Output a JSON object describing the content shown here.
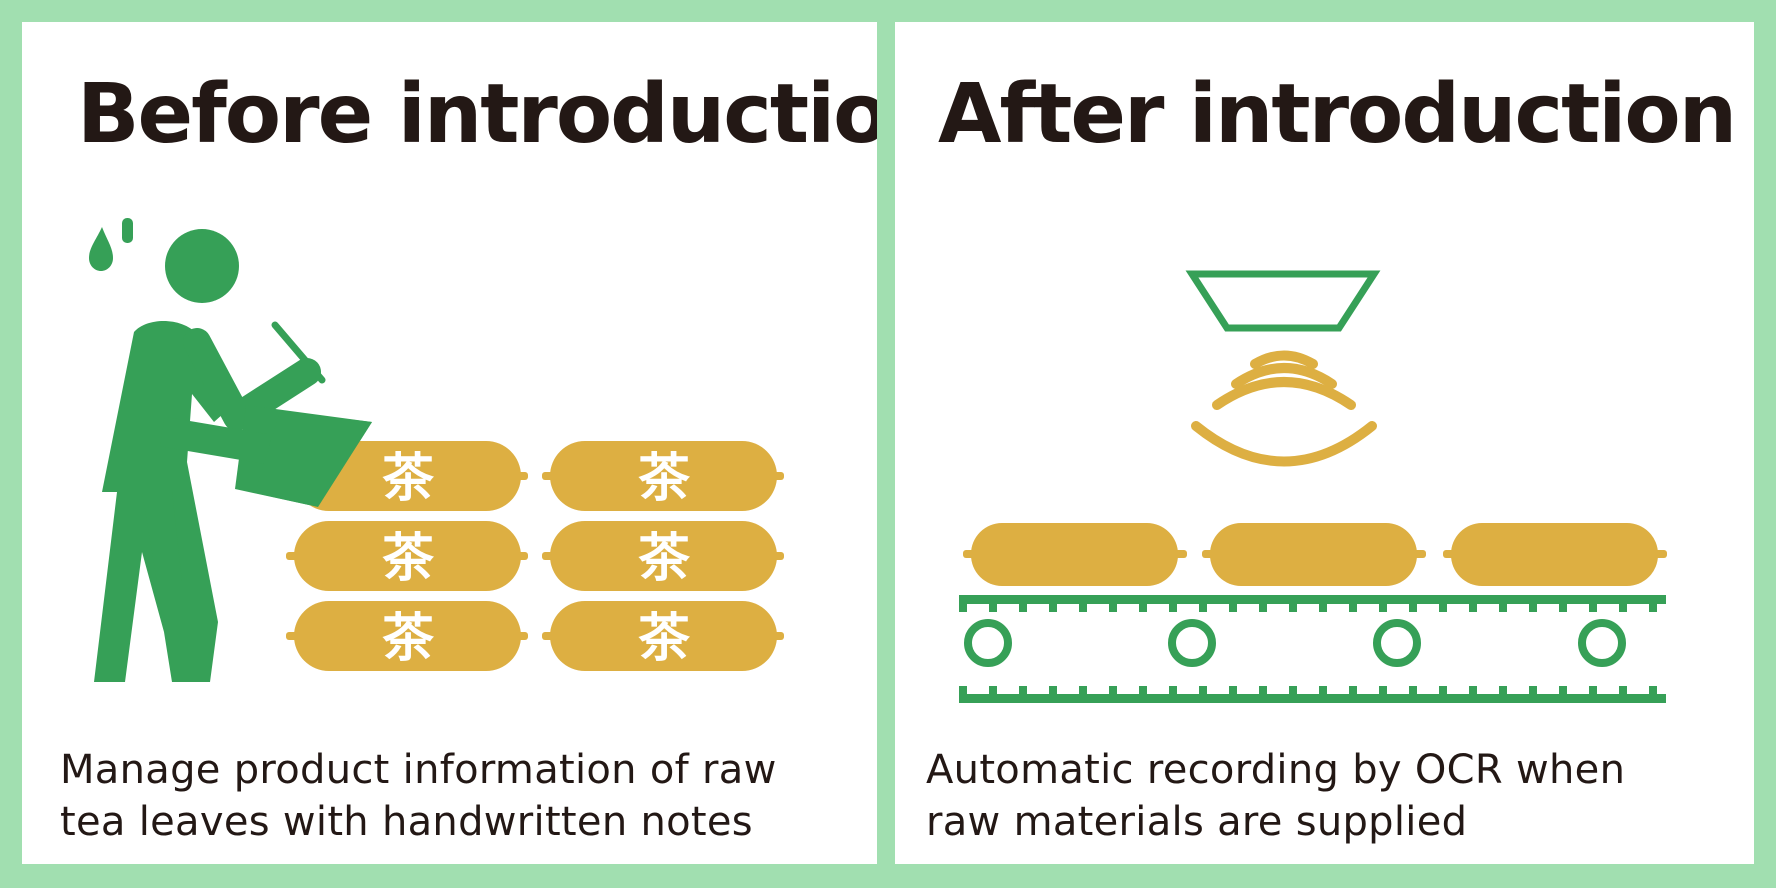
{
  "before": {
    "title": "Before introduction",
    "caption_line1": "Manage product information of raw",
    "caption_line2": "tea leaves with handwritten notes",
    "bag_label": "茶"
  },
  "after": {
    "title": "After introduction",
    "caption_line1": "Automatic recording by OCR when",
    "caption_line2": "raw materials are supplied"
  },
  "colors": {
    "frame_green": "#a1dfb0",
    "figure_green": "#36a057",
    "bag_gold": "#ddaf42",
    "text_dark": "#231815"
  }
}
